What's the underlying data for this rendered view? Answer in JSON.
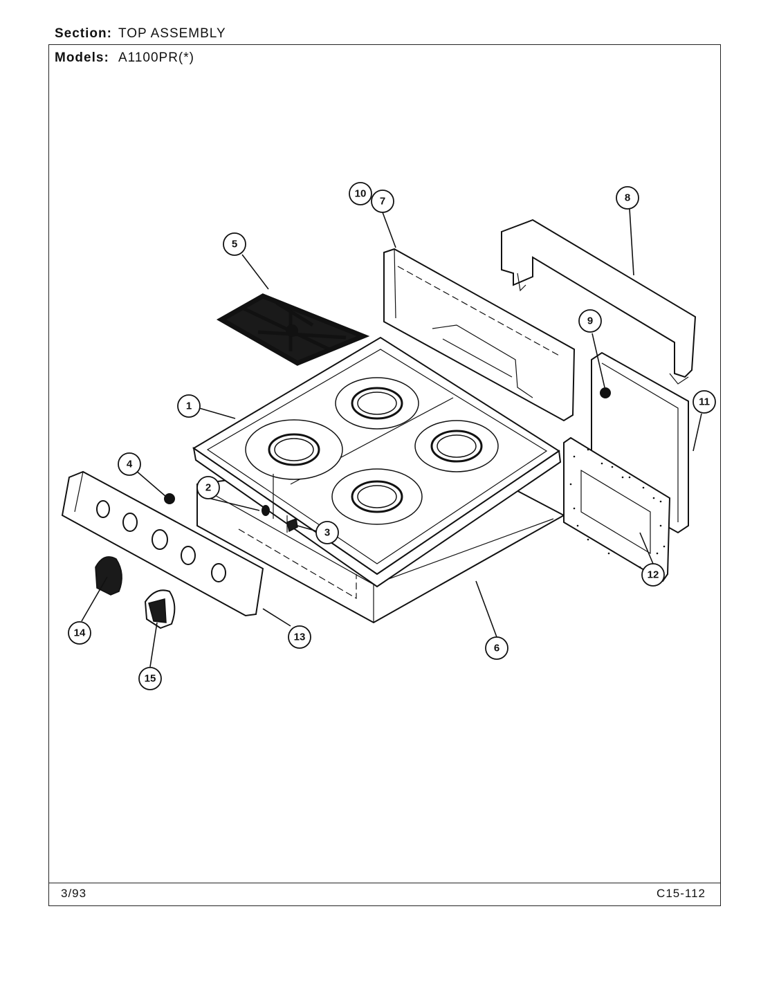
{
  "header": {
    "section_label": "Section:",
    "section_value": "TOP ASSEMBLY",
    "models_label": "Models:",
    "models_value": "A1100PR(*)"
  },
  "footer": {
    "date": "3/93",
    "page_code": "C15-112"
  },
  "callouts": [
    "1",
    "2",
    "3",
    "4",
    "5",
    "6",
    "7",
    "8",
    "9",
    "10",
    "11",
    "12",
    "13",
    "14",
    "15"
  ]
}
